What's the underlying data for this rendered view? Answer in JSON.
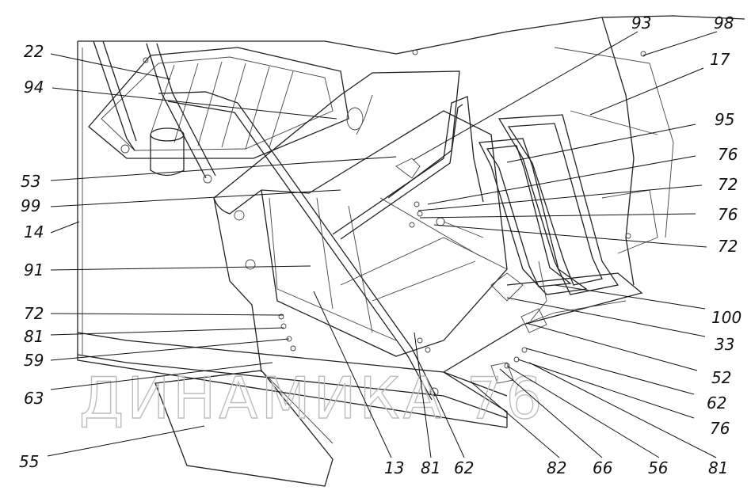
{
  "diagram": {
    "watermark": "ДИНАМИКА 76",
    "labels": [
      "93",
      "98",
      "22",
      "17",
      "94",
      "95",
      "76",
      "53",
      "72",
      "99",
      "76",
      "14",
      "72",
      "91",
      "100",
      "72",
      "33",
      "81",
      "59",
      "52",
      "63",
      "62",
      "76",
      "55",
      "13",
      "81",
      "62",
      "82",
      "66",
      "56",
      "81"
    ]
  }
}
